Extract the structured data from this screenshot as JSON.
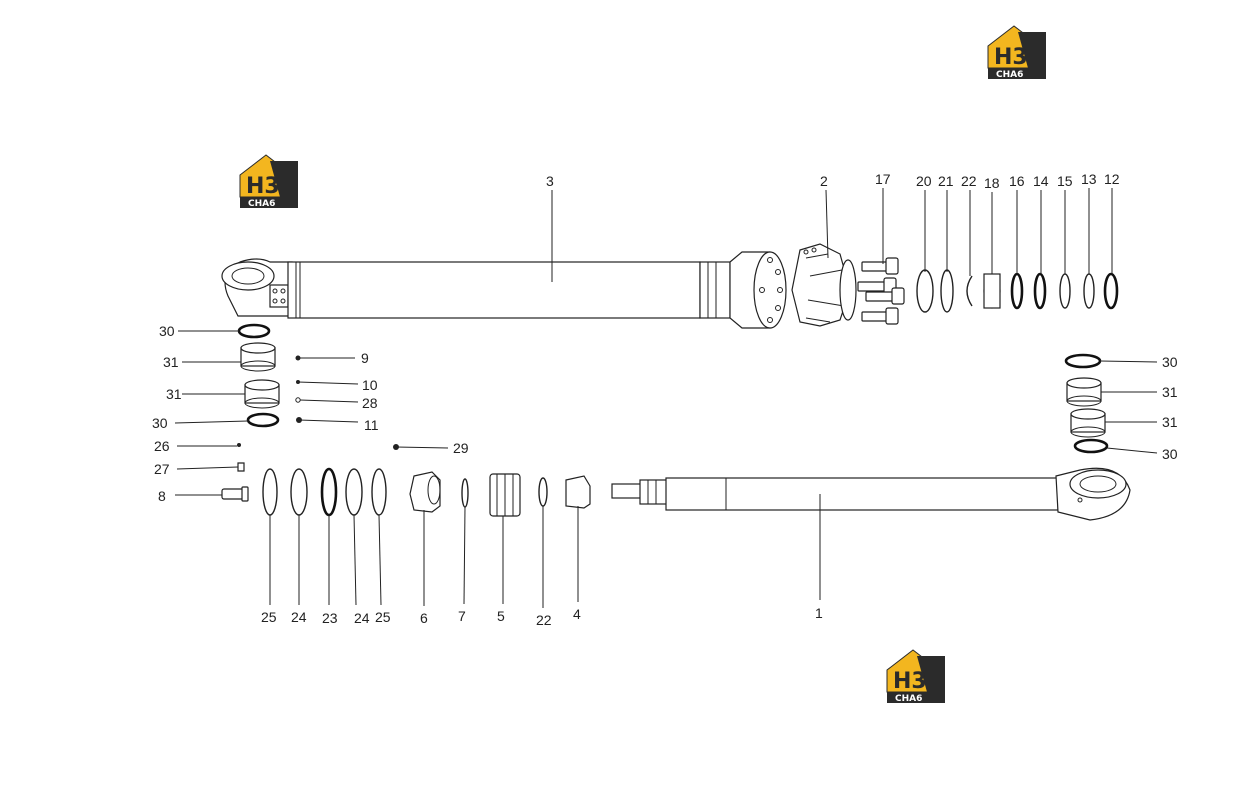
{
  "logos": [
    {
      "id": "logo-top-right",
      "letters": "H3",
      "sub": "CHA6"
    },
    {
      "id": "logo-left",
      "letters": "H3",
      "sub": "CHA6"
    },
    {
      "id": "logo-bottom",
      "letters": "H3",
      "sub": "CHA6"
    }
  ],
  "callouts": {
    "c3": "3",
    "c2": "2",
    "c17": "17",
    "c20": "20",
    "c21": "21",
    "c22a": "22",
    "c18": "18",
    "c16": "16",
    "c14": "14",
    "c15": "15",
    "c13": "13",
    "c12": "12",
    "c30a": "30",
    "c31a": "31",
    "c31b": "31",
    "c30b": "30",
    "c9": "9",
    "c10": "10",
    "c28": "28",
    "c11": "11",
    "c29": "29",
    "c26": "26",
    "c27": "27",
    "c8": "8",
    "c30c": "30",
    "c31c": "31",
    "c31d": "31",
    "c30d": "30",
    "c25a": "25",
    "c24a": "24",
    "c23": "23",
    "c24b": "24",
    "c25b": "25",
    "c6": "6",
    "c7": "7",
    "c5": "5",
    "c22b": "22",
    "c4": "4",
    "c1": "1"
  },
  "colors": {
    "logo_yellow": "#f3b61f",
    "logo_dark": "#2b2b2b",
    "line": "#222222"
  }
}
